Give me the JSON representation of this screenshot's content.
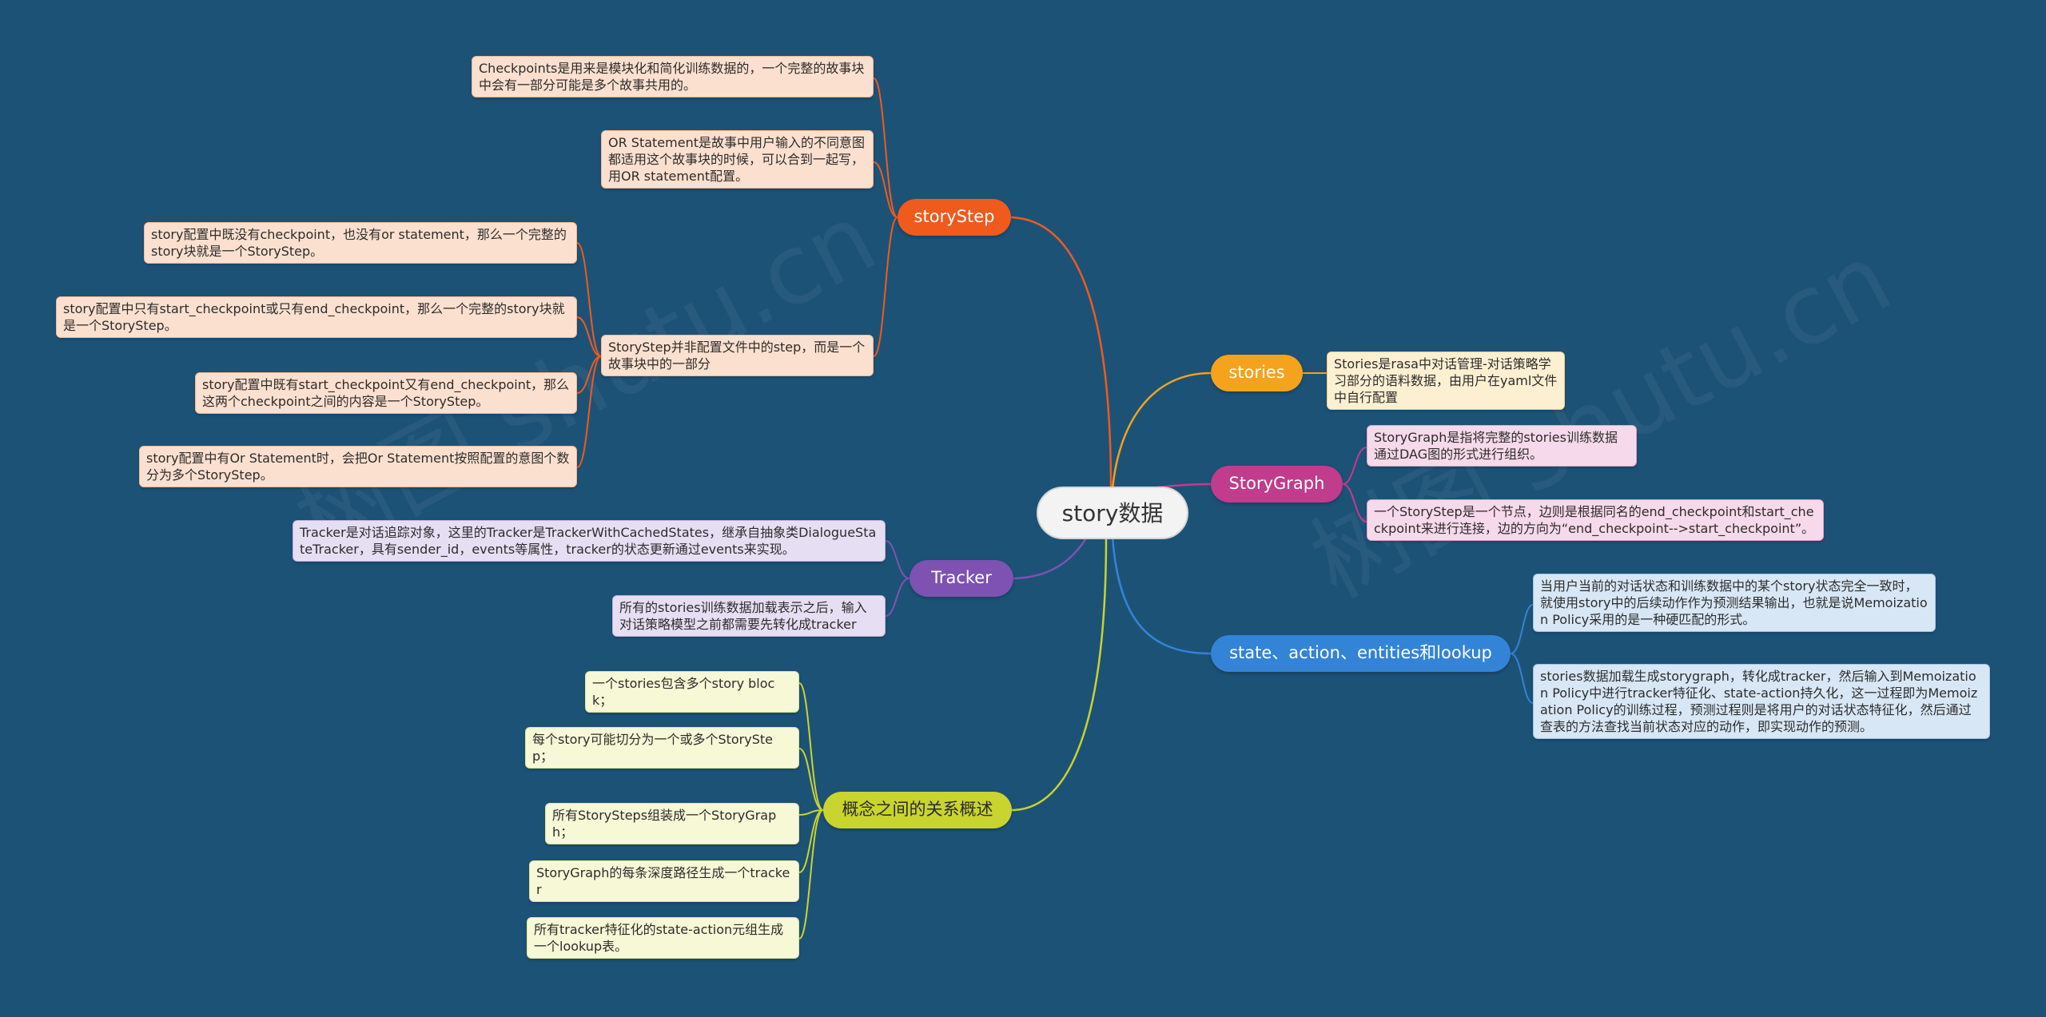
{
  "center": {
    "label": "story数据"
  },
  "branches": {
    "storystep": {
      "label": "storyStep",
      "color": "#f05a1c",
      "details": [
        "Checkpoints是用来是模块化和简化训练数据的，一个完整的故事块中会有一部分可能是多个故事共用的。",
        "OR Statement是故事中用户输入的不同意图都适用这个故事块的时候，可以合到一起写，用OR statement配置。",
        "StoryStep并非配置文件中的step，而是一个故事块中的一部分"
      ],
      "sub_details": [
        "story配置中既没有checkpoint，也没有or statement，那么一个完整的story块就是一个StoryStep。",
        "story配置中只有start_checkpoint或只有end_checkpoint，那么一个完整的story块就是一个StoryStep。",
        "story配置中既有start_checkpoint又有end_checkpoint，那么这两个checkpoint之间的内容是一个StoryStep。",
        "story配置中有Or Statement时，会把Or Statement按照配置的意图个数分为多个StoryStep。"
      ]
    },
    "tracker": {
      "label": "Tracker",
      "color": "#7d52b3",
      "details": [
        "Tracker是对话追踪对象，这里的Tracker是TrackerWithCachedStates，继承自抽象类DialogueStateTracker，具有sender_id，events等属性，tracker的状态更新通过events来实现。",
        "所有的stories训练数据加载表示之后，输入对话策略模型之前都需要先转化成tracker"
      ]
    },
    "relations": {
      "label": "概念之间的关系概述",
      "color": "#c9d42e",
      "details": [
        "一个stories包含多个story block；",
        "每个story可能切分为一个或多个StoryStep；",
        "所有StorySteps组装成一个StoryGraph；",
        "StoryGraph的每条深度路径生成一个tracker",
        "所有tracker特征化的state-action元组生成一个lookup表。"
      ]
    },
    "stories": {
      "label": "stories",
      "color": "#f5a21c",
      "details": [
        "Stories是rasa中对话管理-对话策略学习部分的语料数据，由用户在yaml文件中自行配置"
      ]
    },
    "storygraph": {
      "label": "StoryGraph",
      "color": "#c13c8c",
      "details": [
        "StoryGraph是指将完整的stories训练数据通过DAG图的形式进行组织。",
        "一个StoryStep是一个节点，边则是根据同名的end_checkpoint和start_checkpoint来进行连接，边的方向为“end_checkpoint-->start_checkpoint”。"
      ]
    },
    "state": {
      "label": "state、action、entities和lookup",
      "color": "#3384d6",
      "details": [
        "当用户当前的对话状态和训练数据中的某个story状态完全一致时，就使用story中的后续动作作为预测结果输出，也就是说Memoization Policy采用的是一种硬匹配的形式。",
        "stories数据加载生成storygraph，转化成tracker，然后输入到Memoization Policy中进行tracker特征化、state-action持久化，这一过程即为Memoization Policy的训练过程，预测过程则是将用户的对话状态特征化，然后通过查表的方法查找当前状态对应的动作，即实现动作的预测。"
      ]
    }
  },
  "watermarks": [
    "树图 shutu.cn",
    "树图 shutu.cn"
  ]
}
